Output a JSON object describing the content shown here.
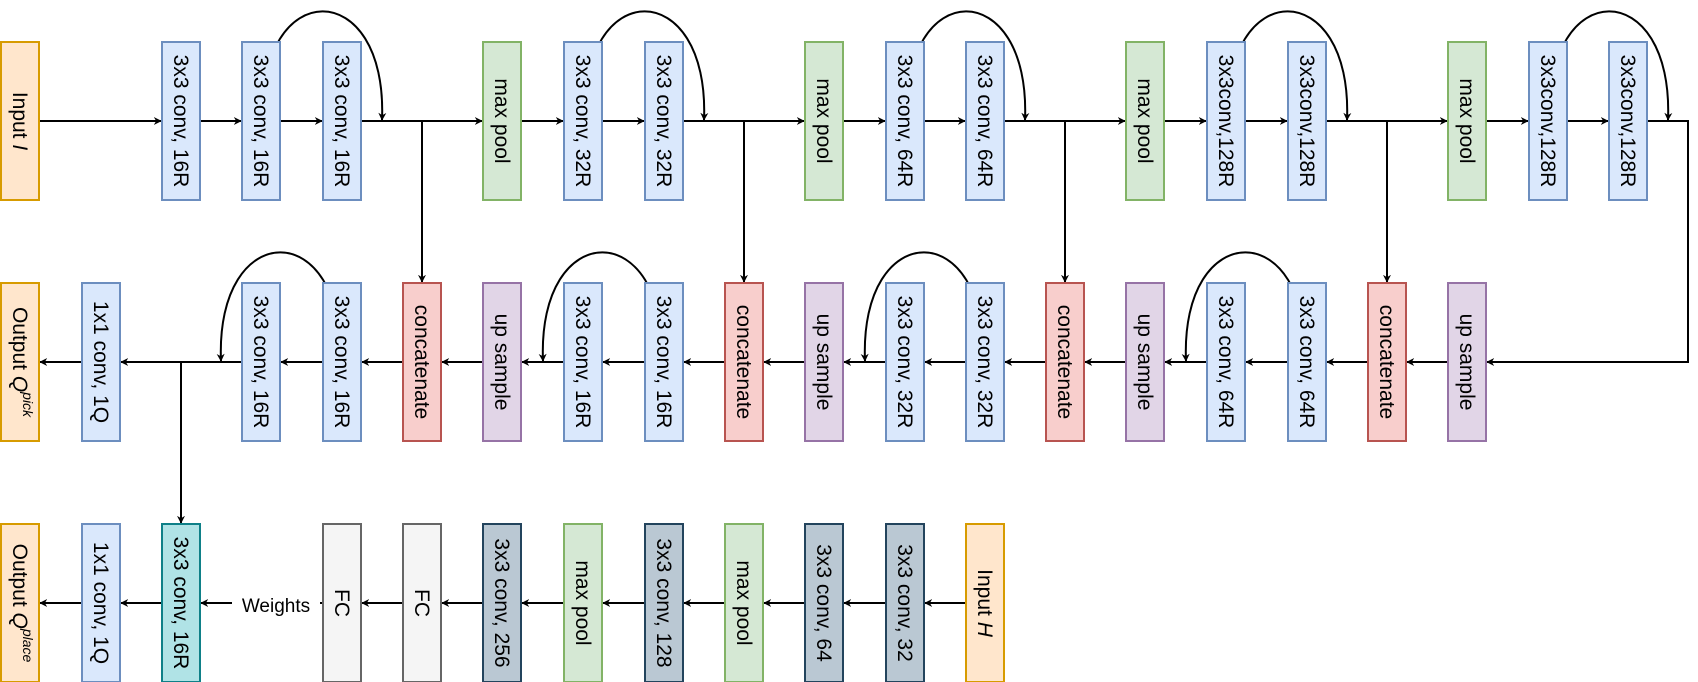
{
  "colors": {
    "input": {
      "fill": "#ffe6cc",
      "stroke": "#d79b00"
    },
    "conv": {
      "fill": "#dae8fc",
      "stroke": "#6c8ebf"
    },
    "pool": {
      "fill": "#d5e8d4",
      "stroke": "#82b366"
    },
    "concat": {
      "fill": "#f8cecc",
      "stroke": "#b85450"
    },
    "up": {
      "fill": "#e1d5e7",
      "stroke": "#9673a6"
    },
    "dark": {
      "fill": "#bac8d3",
      "stroke": "#23445d"
    },
    "fc": {
      "fill": "#f5f5f5",
      "stroke": "#666666"
    },
    "teal": {
      "fill": "#b0e3e6",
      "stroke": "#0e8088"
    }
  },
  "row1": [
    {
      "key": "input_i",
      "kind": "input",
      "label": "Input ",
      "italic": "I"
    },
    {
      "key": "c1a",
      "kind": "conv",
      "label": "3x3 conv, 16R"
    },
    {
      "key": "c1b",
      "kind": "conv",
      "label": "3x3 conv, 16R"
    },
    {
      "key": "c1c",
      "kind": "conv",
      "label": "3x3 conv, 16R"
    },
    {
      "key": "p1",
      "kind": "pool",
      "label": "max pool"
    },
    {
      "key": "c2a",
      "kind": "conv",
      "label": "3x3 conv, 32R"
    },
    {
      "key": "c2b",
      "kind": "conv",
      "label": "3x3 conv, 32R"
    },
    {
      "key": "p2",
      "kind": "pool",
      "label": "max pool"
    },
    {
      "key": "c3a",
      "kind": "conv",
      "label": "3x3 conv, 64R"
    },
    {
      "key": "c3b",
      "kind": "conv",
      "label": "3x3 conv, 64R"
    },
    {
      "key": "p3",
      "kind": "pool",
      "label": "max pool"
    },
    {
      "key": "c4a",
      "kind": "conv",
      "label": "3x3conv,128R"
    },
    {
      "key": "c4b",
      "kind": "conv",
      "label": "3x3conv,128R"
    },
    {
      "key": "p4",
      "kind": "pool",
      "label": "max pool"
    },
    {
      "key": "c5a",
      "kind": "conv",
      "label": "3x3conv,128R"
    },
    {
      "key": "c5b",
      "kind": "conv",
      "label": "3x3conv,128R"
    }
  ],
  "row2": [
    {
      "key": "out_pick",
      "kind": "input",
      "label": "Output ",
      "italic": "Q",
      "sup": "pick"
    },
    {
      "key": "d1x1",
      "kind": "conv",
      "label": "1x1 conv, 1Q"
    },
    {
      "key": "d1a",
      "kind": "conv",
      "label": "3x3 conv, 16R"
    },
    {
      "key": "d1b",
      "kind": "conv",
      "label": "3x3 conv, 16R"
    },
    {
      "key": "cat1",
      "kind": "concat",
      "label": "concatenate"
    },
    {
      "key": "up1",
      "kind": "up",
      "label": "up sample"
    },
    {
      "key": "d2a",
      "kind": "conv",
      "label": "3x3 conv, 16R"
    },
    {
      "key": "d2b",
      "kind": "conv",
      "label": "3x3 conv, 16R"
    },
    {
      "key": "cat2",
      "kind": "concat",
      "label": "concatenate"
    },
    {
      "key": "up2",
      "kind": "up",
      "label": "up sample"
    },
    {
      "key": "d3a",
      "kind": "conv",
      "label": "3x3 conv, 32R"
    },
    {
      "key": "d3b",
      "kind": "conv",
      "label": "3x3 conv, 32R"
    },
    {
      "key": "cat3",
      "kind": "concat",
      "label": "concatenate"
    },
    {
      "key": "up3",
      "kind": "up",
      "label": "up sample"
    },
    {
      "key": "d4a",
      "kind": "conv",
      "label": "3x3 conv, 64R"
    },
    {
      "key": "d4b",
      "kind": "conv",
      "label": "3x3 conv, 64R"
    },
    {
      "key": "cat4",
      "kind": "concat",
      "label": "concatenate"
    },
    {
      "key": "up4",
      "kind": "up",
      "label": "up sample"
    }
  ],
  "row3": [
    {
      "key": "out_place",
      "kind": "input",
      "label": "Output ",
      "italic": "Q",
      "sup": "place"
    },
    {
      "key": "e1x1",
      "kind": "conv",
      "label": "1x1 conv, 1Q"
    },
    {
      "key": "e3x3",
      "kind": "teal",
      "label": "3x3 conv, 16R"
    },
    {
      "key": "fc1",
      "kind": "fc",
      "label": "FC"
    },
    {
      "key": "fc2",
      "kind": "fc",
      "label": "FC"
    },
    {
      "key": "h256",
      "kind": "dark",
      "label": "3x3 conv, 256"
    },
    {
      "key": "hp2",
      "kind": "pool",
      "label": "max pool"
    },
    {
      "key": "h128",
      "kind": "dark",
      "label": "3x3 conv, 128"
    },
    {
      "key": "hp1",
      "kind": "pool",
      "label": "max pool"
    },
    {
      "key": "h64",
      "kind": "dark",
      "label": "3x3 conv, 64"
    },
    {
      "key": "h32",
      "kind": "dark",
      "label": "3x3 conv, 32"
    },
    {
      "key": "input_h",
      "kind": "input",
      "label": "Input ",
      "italic": "H"
    }
  ],
  "edge_labels": {
    "weights": "Weights"
  }
}
